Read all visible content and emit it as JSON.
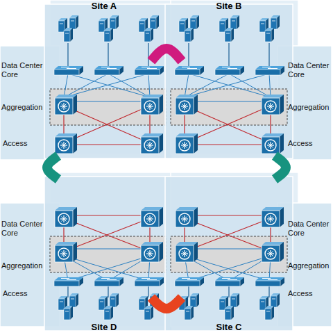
{
  "diagram": {
    "nodes": [
      {
        "text": [
          "Site A"
        ]
      },
      {
        "text": [
          "Data Center Core"
        ],
        "in": 0
      },
      {
        "text": [
          "Aggregation"
        ],
        "in": 0
      },
      {
        "text": [
          "Access"
        ],
        "in": 0
      },
      {
        "text": [
          "Site B"
        ]
      },
      {
        "text": [
          "Data Center Core"
        ],
        "in": 4
      },
      {
        "text": [
          "Aggregation"
        ],
        "in": 4
      },
      {
        "text": [
          "Access"
        ],
        "in": 4
      },
      {
        "text": [
          "Site D"
        ]
      },
      {
        "text": [
          "Data Center Core"
        ],
        "in": 8
      },
      {
        "text": [
          "Aggregation"
        ],
        "in": 8
      },
      {
        "text": [
          "Access"
        ],
        "in": 8
      },
      {
        "text": [
          "Site C"
        ]
      },
      {
        "text": [
          "Data Center Core"
        ],
        "in": 12
      },
      {
        "text": [
          "Aggregation"
        ],
        "in": 12
      },
      {
        "text": [
          "Access"
        ],
        "in": 12
      }
    ],
    "edges": [
      {
        "from": 0,
        "to": 4,
        "arrow": "none"
      },
      {
        "from": 0,
        "to": 8,
        "arrow": "none"
      },
      {
        "from": 4,
        "to": 12,
        "arrow": "none"
      },
      {
        "from": 8,
        "to": 12,
        "arrow": "none"
      }
    ]
  }
}
